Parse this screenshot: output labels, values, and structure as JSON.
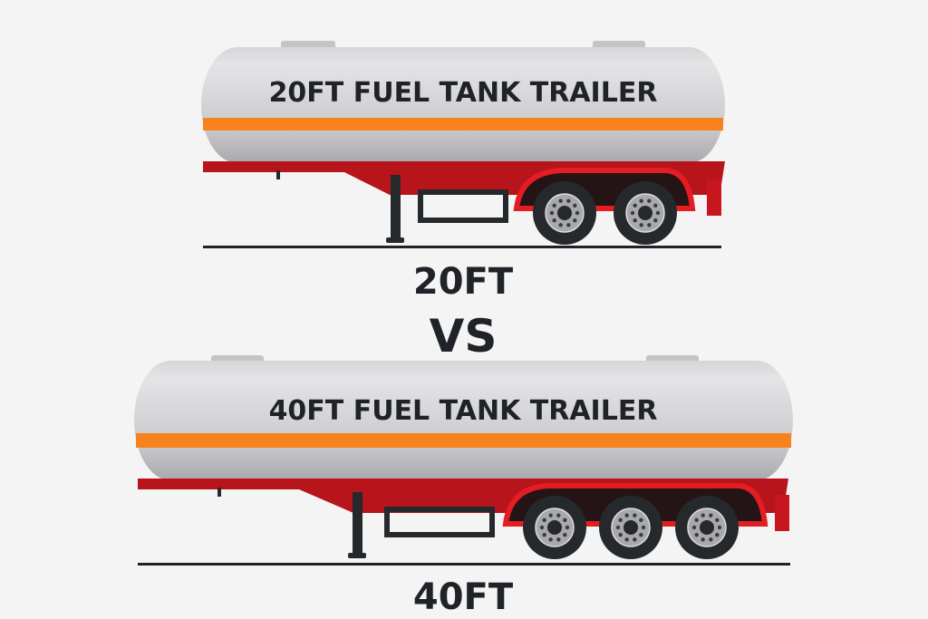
{
  "top_trailer": {
    "tank_label": "20FT FUEL TANK TRAILER",
    "length_label": "20FT",
    "axles": 2
  },
  "separator": "VS",
  "bottom_trailer": {
    "tank_label": "40FT FUEL TANK TRAILER",
    "length_label": "40FT",
    "axles": 3
  },
  "colors": {
    "tank": "#c9c9cb",
    "stripe": "#f7821e",
    "chassis": "#b8141c",
    "wheel": "#26292c",
    "background": "#f4f4f4"
  }
}
